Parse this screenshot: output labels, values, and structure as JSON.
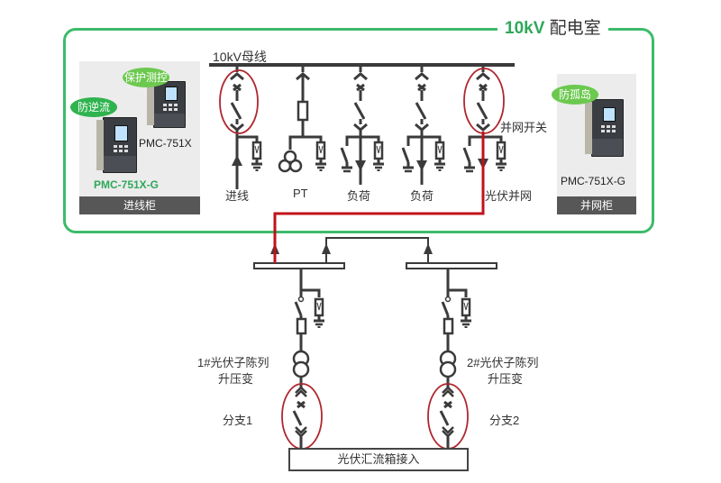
{
  "room": {
    "voltage": "10kV",
    "name": "配电室"
  },
  "busbar_label": "10kV母线",
  "feeders": [
    {
      "id": "incoming",
      "label": "进线"
    },
    {
      "id": "pt",
      "label": "PT"
    },
    {
      "id": "load1",
      "label": "负荷"
    },
    {
      "id": "load2",
      "label": "负荷"
    },
    {
      "id": "pv",
      "label": "光伏并网"
    }
  ],
  "grid_switch_label": "并网开关",
  "left_panel": {
    "footer": "进线柜",
    "devices": [
      {
        "badge": "保护测控",
        "model": "PMC-751X"
      },
      {
        "badge": "防逆流",
        "model": "PMC-751X-G"
      }
    ]
  },
  "right_panel": {
    "footer": "并网柜",
    "devices": [
      {
        "badge": "防孤岛",
        "model": "PMC-751X-G"
      }
    ]
  },
  "pv_branches": [
    {
      "transformer": "1#光伏子陈列",
      "transformer_sub": "升压变",
      "branch": "分支1"
    },
    {
      "transformer": "2#光伏子陈列",
      "transformer_sub": "升压变",
      "branch": "分支2"
    }
  ],
  "combiner_label": "光伏汇流箱接入",
  "colors": {
    "frame": "#3dbb6b",
    "highlight_line": "#c0121b",
    "ellipse": "#b0272e",
    "line": "#3b3b3b",
    "badge": "#3dbb4f"
  }
}
